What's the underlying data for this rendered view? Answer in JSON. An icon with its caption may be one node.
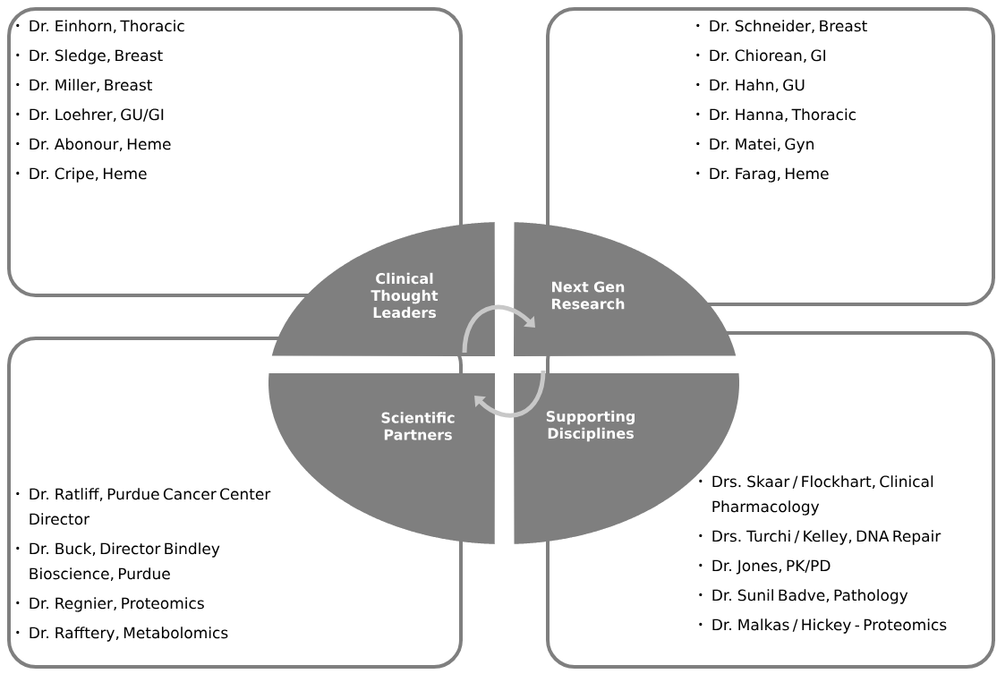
{
  "diagram": {
    "nodes": [
      {
        "text": [
          "Dr. Einhorn, Thoracic",
          "Dr. Sledge, Breast",
          "Dr. Miller, Breast",
          "Dr. Loehrer, GU/GI",
          "Dr. Abonour, Heme",
          "Dr. Cripe, Heme"
        ]
      },
      {
        "text": [
          "Dr. Schneider, Breast",
          "Dr. Chiorean, GI",
          "Dr. Hahn, GU",
          "Dr. Hanna, Thoracic",
          "Dr. Matei, Gyn",
          "Dr. Farag, Heme"
        ]
      },
      {
        "text": [
          "Dr. Ratliff, Purdue Cancer Center Director",
          "Dr. Buck, Director Bindley Bioscience, Purdue",
          "Dr. Regnier, Proteomics",
          "Dr. Rafftery, Metabolomics"
        ]
      },
      {
        "text": [
          "Drs. Skaar / Flockhart, Clinical Pharmacology",
          "Drs. Turchi / Kelley, DNA Repair",
          "Dr. Jones, PK/PD",
          "Dr. Sunil Badve, Pathology",
          "Dr. Malkas / Hickey - Proteomics"
        ]
      },
      {
        "text": [
          "Clinical Thought Leaders"
        ]
      },
      {
        "text": [
          "Next Gen Research"
        ]
      },
      {
        "text": [
          "Scientific Partners"
        ]
      },
      {
        "text": [
          "Supporting Disciplines"
        ]
      }
    ],
    "edges": [
      {
        "from": 4,
        "to": 5,
        "arrow": "to"
      },
      {
        "from": 7,
        "to": 6,
        "arrow": "to"
      }
    ]
  }
}
